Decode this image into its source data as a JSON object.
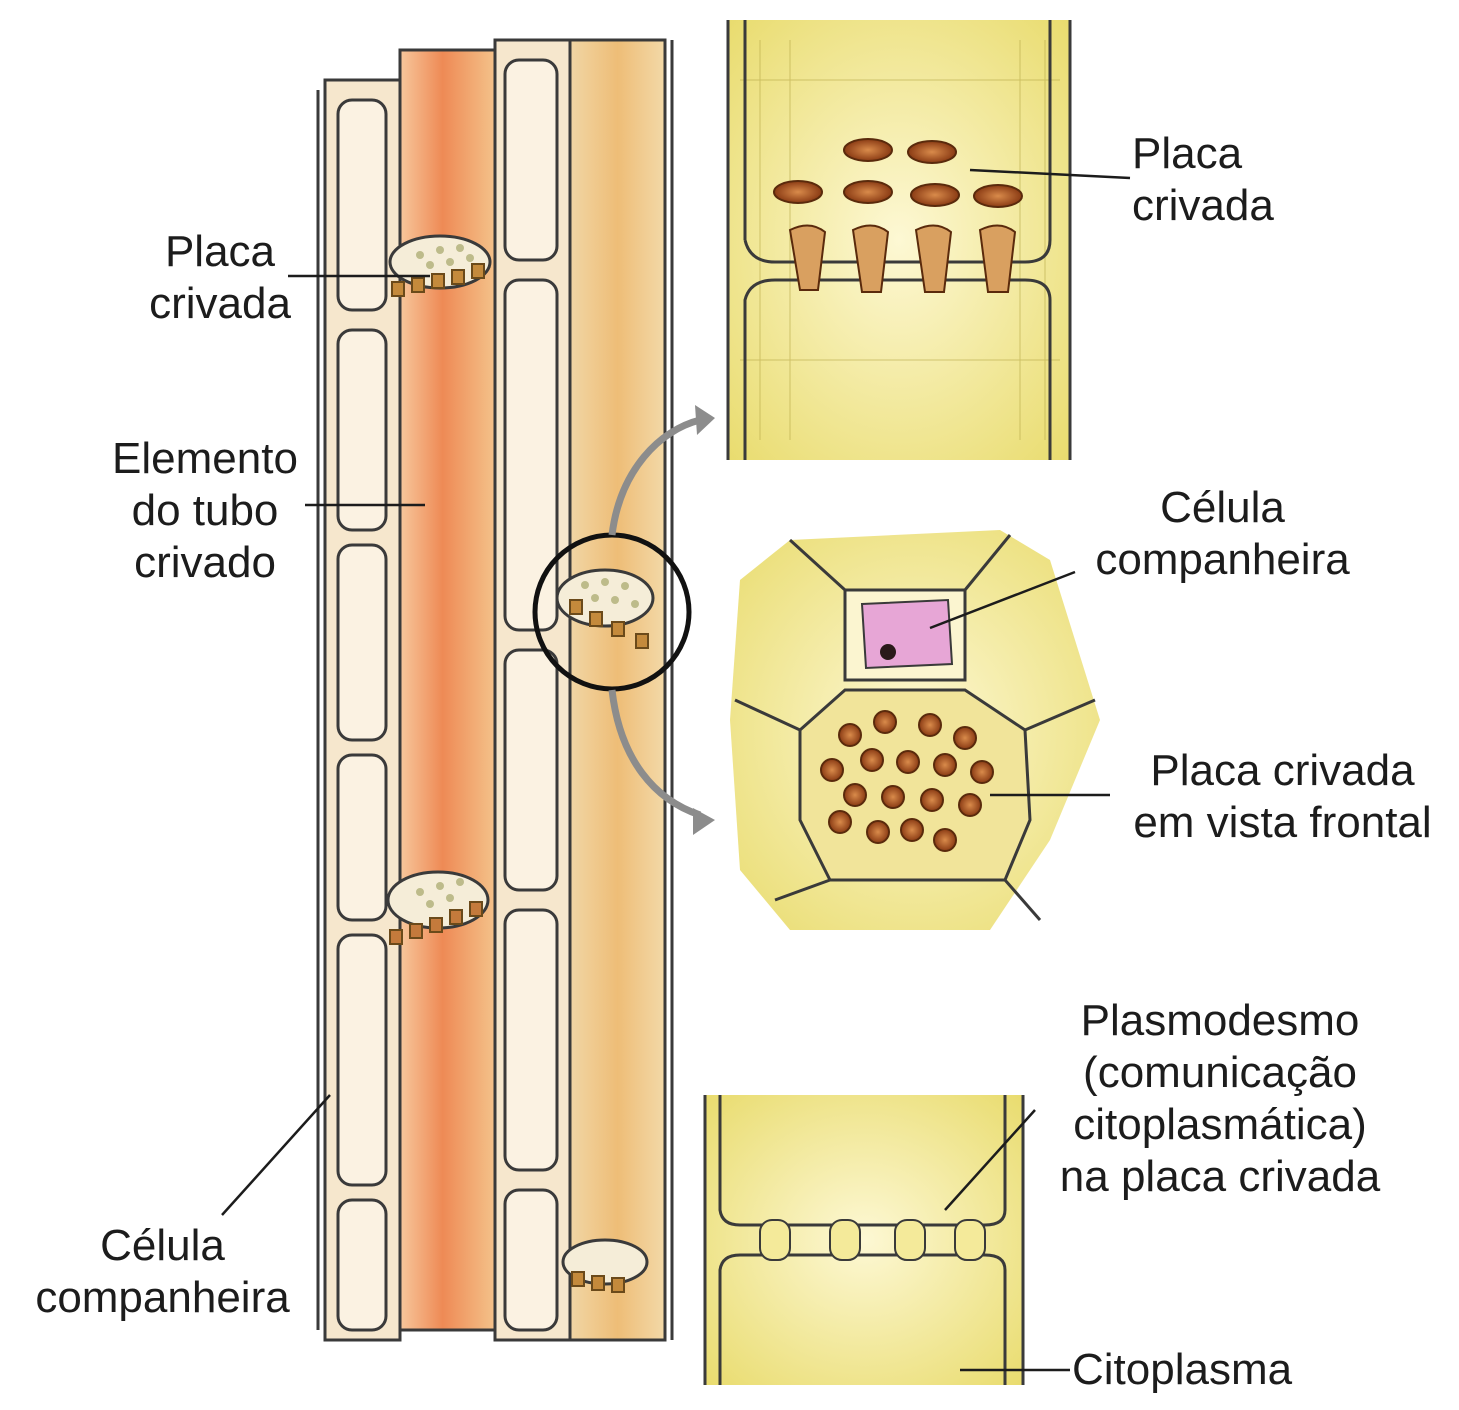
{
  "labels": {
    "placa_crivada_left": "Placa\ncrivada",
    "elemento_tubo": "Elemento\ndo tubo\ncrivado",
    "celula_comp_left": "Célula\ncompanheira",
    "placa_crivada_right": "Placa\ncrivada",
    "celula_comp_right": "Célula\ncompanheira",
    "placa_frontal": "Placa crivada\nem vista frontal",
    "plasmodesmo": "Plasmodesmo\n(comunicação\ncitoplasmática)\nna placa crivada",
    "citoplasma": "Citoplasma"
  },
  "colors": {
    "tube_orange": "#ef9a62",
    "tube_tan": "#f2d49c",
    "companion_cell": "#f6e7cd",
    "yellow_tissue": "#f4ea9a",
    "pore_brown": "#9a4a1c",
    "nucleus_pink": "#e7a6d6",
    "line": "#3a3a3a",
    "arrow_gray": "#8c8c8c"
  }
}
